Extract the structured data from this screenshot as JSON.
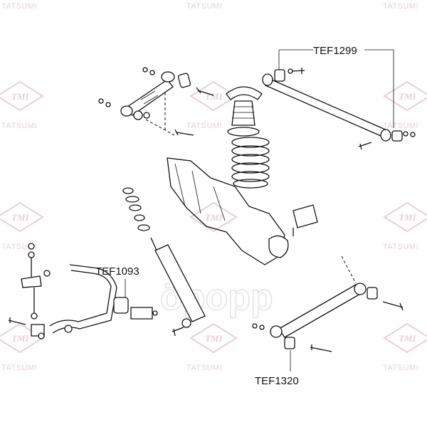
{
  "watermark": {
    "brand_text": "TATSUMI",
    "logo_text": "TMI",
    "center_mark": "ӧрорр",
    "color": "#d9a7b6"
  },
  "parts": [
    {
      "id": "p1",
      "label": "TEF1299"
    },
    {
      "id": "p2",
      "label": "TEF1093"
    },
    {
      "id": "p3",
      "label": "TEF1320"
    }
  ],
  "colors": {
    "line": "#111111",
    "background": "#ffffff"
  }
}
